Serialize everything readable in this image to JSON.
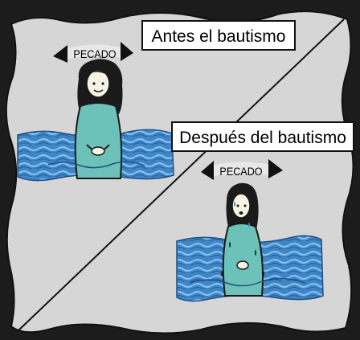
{
  "scene": {
    "before": {
      "title": "Antes el bautismo",
      "sin_banner": "PECADO"
    },
    "after": {
      "title": "Después del bautismo",
      "sin_banner": "PECADO"
    }
  },
  "colors": {
    "frame": "#1c1c1c",
    "panel": "#d6d6d6",
    "water": "#3e86c8",
    "water_light": "#8cc3ee",
    "robe": "#6cc2b8",
    "hair": "#1a1a1a",
    "skin": "#f6f2e4"
  }
}
